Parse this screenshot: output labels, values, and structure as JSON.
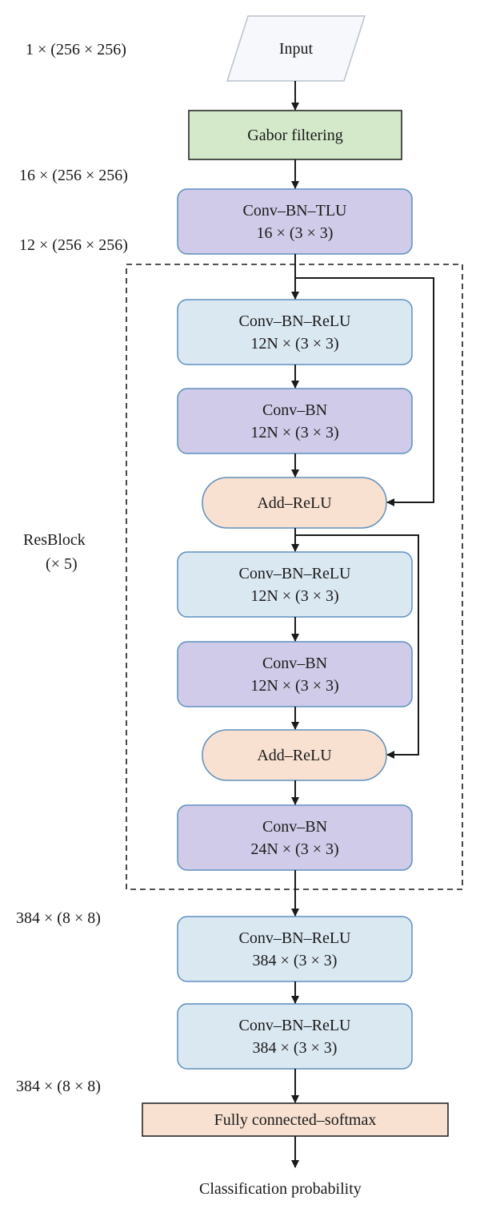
{
  "dim_labels": {
    "input": "1 × (256 × 256)",
    "after_gabor": "16 × (256 × 256)",
    "after_tlu": "12 × (256 × 256)",
    "after_resblock": "384 × (8 × 8)",
    "before_fc": "384 × (8 × 8)"
  },
  "resblock": {
    "name": "ResBlock",
    "repeat": "(× 5)"
  },
  "nodes": {
    "input": {
      "line1": "Input"
    },
    "gabor": {
      "line1": "Gabor filtering"
    },
    "tlu": {
      "line1": "Conv–BN–TLU",
      "line2": "16 × (3 × 3)"
    },
    "rb1_convbnrelu": {
      "line1": "Conv–BN–ReLU",
      "line2": "12N × (3 × 3)"
    },
    "rb1_convbn": {
      "line1": "Conv–BN",
      "line2": "12N × (3 × 3)"
    },
    "rb1_add": {
      "line1": "Add–ReLU"
    },
    "rb2_convbnrelu": {
      "line1": "Conv–BN–ReLU",
      "line2": "12N × (3 × 3)"
    },
    "rb2_convbn": {
      "line1": "Conv–BN",
      "line2": "12N × (3 × 3)"
    },
    "rb2_add": {
      "line1": "Add–ReLU"
    },
    "rb_final_convbn": {
      "line1": "Conv–BN",
      "line2": "24N × (3 × 3)"
    },
    "conv384_a": {
      "line1": "Conv–BN–ReLU",
      "line2": "384 × (3 × 3)"
    },
    "conv384_b": {
      "line1": "Conv–BN–ReLU",
      "line2": "384 × (3 × 3)"
    },
    "fc": {
      "line1": "Fully connected–softmax"
    }
  },
  "output_label": "Classification probability",
  "colors": {
    "input_fill": "#f6f8fb",
    "input_stroke": "#b9c2cc",
    "gabor_fill": "#d3e9c9",
    "purple_fill": "#cfcbe8",
    "blue_fill": "#dae8f2",
    "peach_fill": "#f8e1d1",
    "node_stroke": "#5f8fbf",
    "line": "#1a1a1a"
  }
}
